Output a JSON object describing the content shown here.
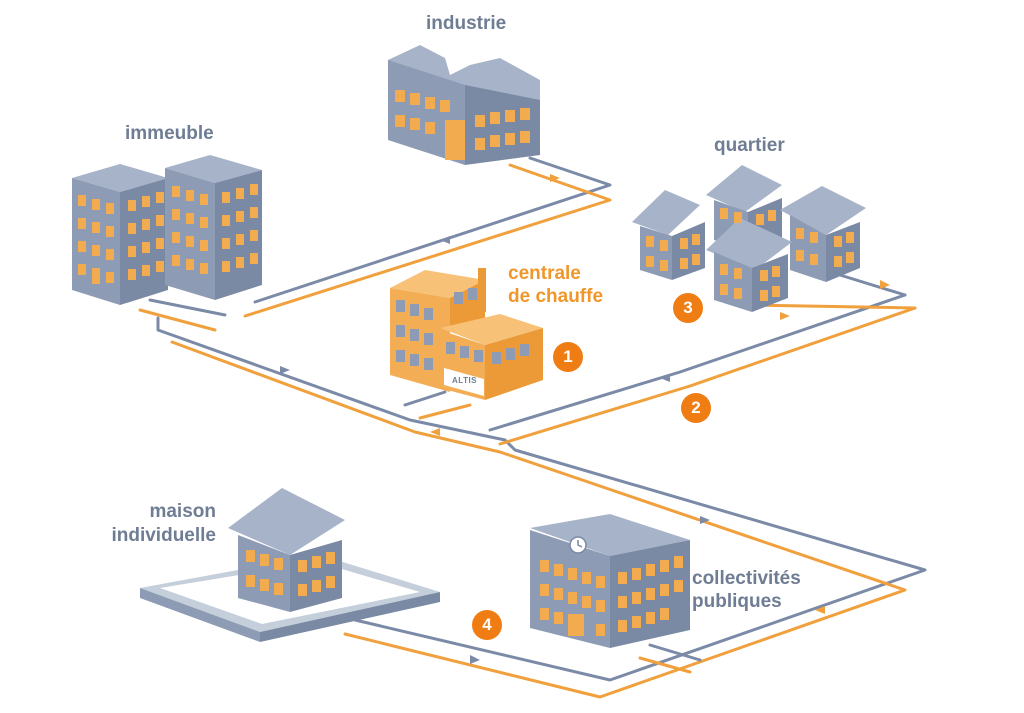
{
  "labels": {
    "industrie": "industrie",
    "immeuble": "immeuble",
    "quartier": "quartier",
    "centrale_line1": "centrale",
    "centrale_line2": "de chauffe",
    "maison_line1": "maison",
    "maison_line2": "individuelle",
    "collectivites_line1": "collectivités",
    "collectivites_line2": "publiques"
  },
  "badges": [
    "1",
    "2",
    "3",
    "4"
  ],
  "logo_text": "ALTIS",
  "colors": {
    "pipe_blue": "#7b8aa6",
    "pipe_orange": "#f0a03c",
    "building_blue_top": "#a6b3c8",
    "building_blue_left": "#8d9bb4",
    "building_blue_right": "#7a89a4",
    "window": "#f2ab4e",
    "plant_top": "#f7c178",
    "plant_left": "#f3ad55",
    "plant_right": "#ec9a38",
    "badge": "#ef7d14",
    "label_gray": "#6f7d94",
    "label_orange": "#f0962a"
  }
}
